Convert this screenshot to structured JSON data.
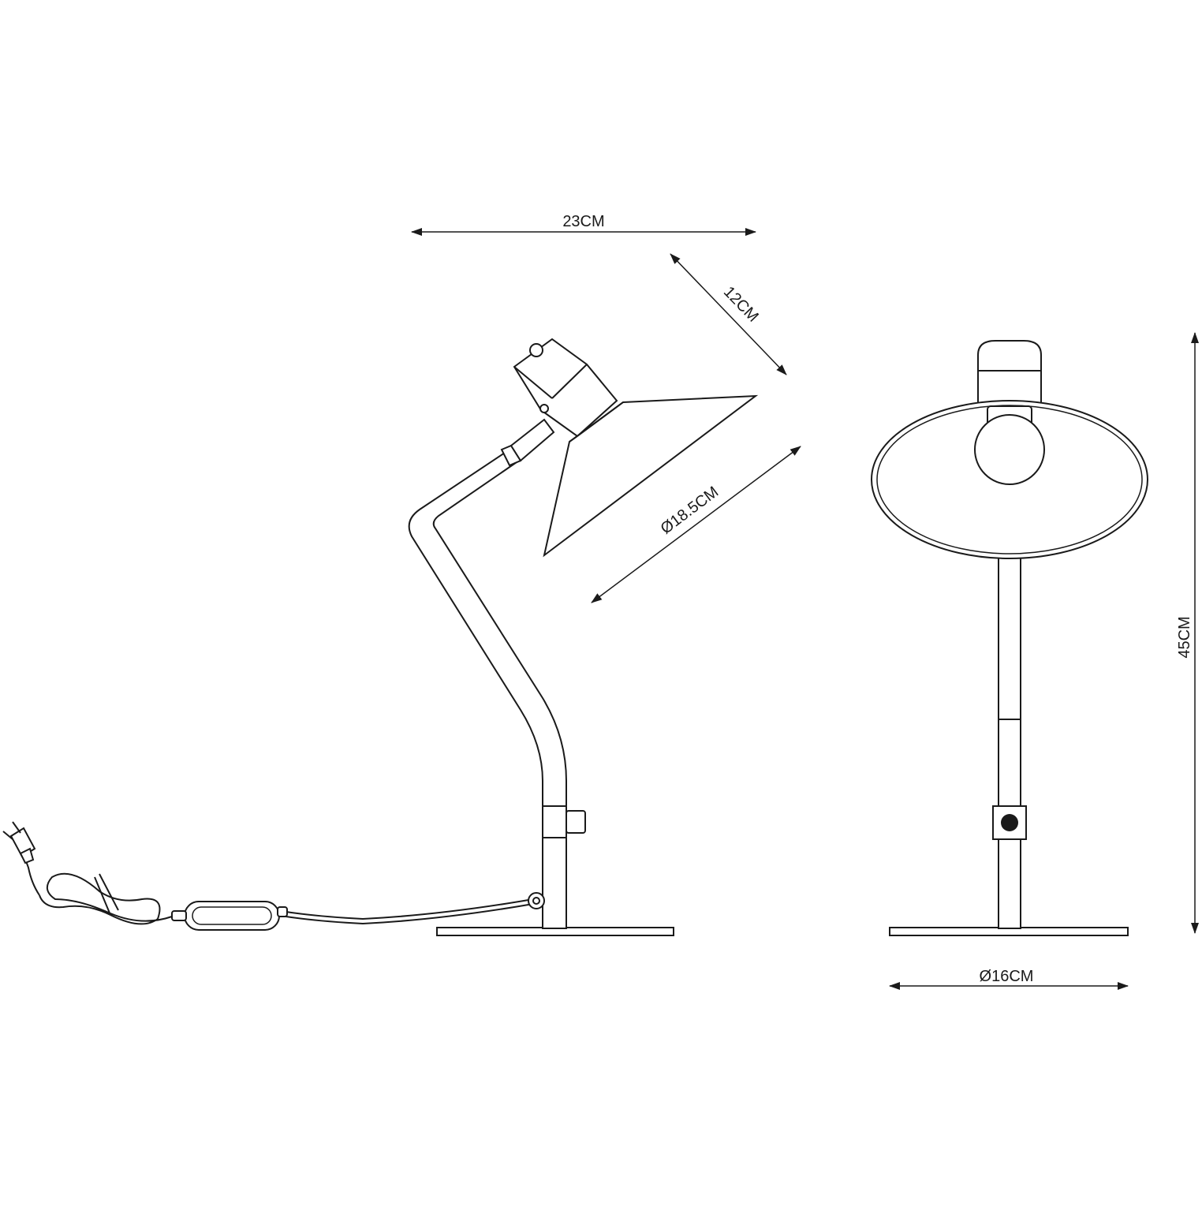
{
  "dimensions": {
    "width_top": "23CM",
    "head_length": "12CM",
    "shade_diameter": "Ø18.5CM",
    "height": "45CM",
    "base_diameter": "Ø16CM"
  },
  "colors": {
    "line": "#1a1a1a",
    "background": "#ffffff"
  },
  "icons": {
    "side_view": "desk-lamp-side-view",
    "front_view": "desk-lamp-front-view",
    "plug": "power-plug-icon",
    "switch": "inline-switch-icon"
  }
}
